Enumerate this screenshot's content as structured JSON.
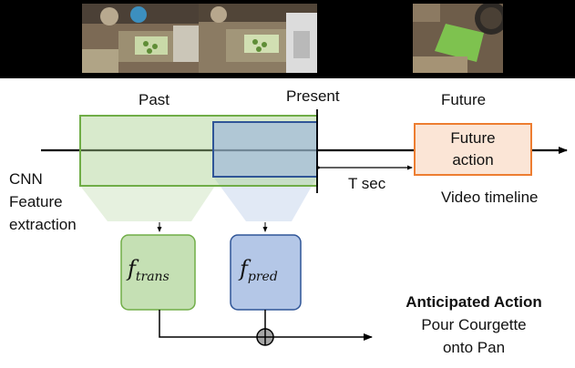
{
  "labels": {
    "past": "Past",
    "present": "Present",
    "future": "Future",
    "future_action_line1": "Future",
    "future_action_line2": "action",
    "t_sec": "T sec",
    "video_timeline": "Video timeline",
    "cnn_line1": "CNN",
    "cnn_line2": "Feature",
    "cnn_line3": "extraction"
  },
  "modules": {
    "trans": {
      "symbol": "f",
      "subscript": "trans"
    },
    "pred": {
      "symbol": "f",
      "subscript": "pred"
    }
  },
  "output": {
    "title": "Anticipated Action",
    "line1": "Pour Courgette",
    "line2": "onto Pan"
  },
  "colors": {
    "past_window": "#70ad47",
    "pred_window": "#4472c4",
    "future_box": "#ed7d31"
  }
}
